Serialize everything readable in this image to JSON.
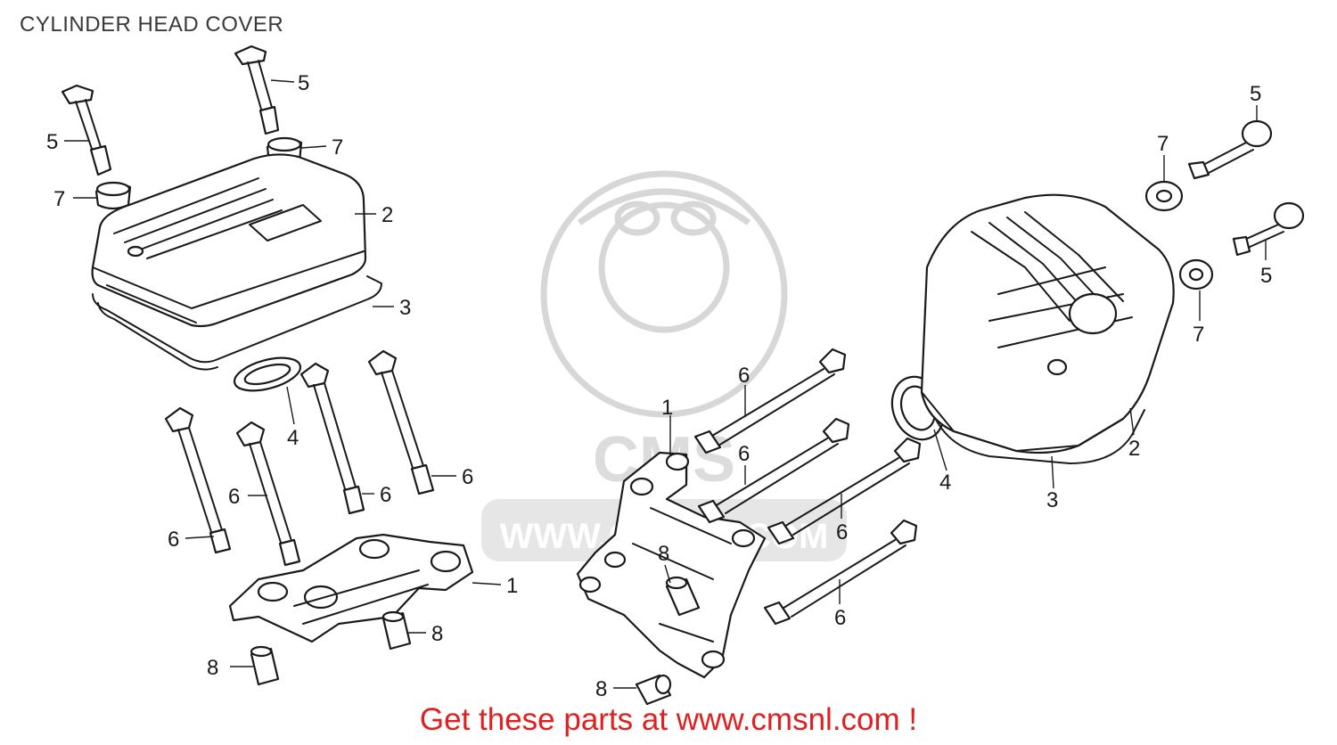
{
  "title": "CYLINDER HEAD COVER",
  "footer": "Get these parts at www.cmsnl.com !",
  "watermark": {
    "logo_text": "CMS",
    "url_text": "WWW.CMSNL.COM"
  },
  "callouts": {
    "c_5a": "5",
    "c_5b": "5",
    "c_7a": "7",
    "c_7b": "7",
    "c_2a": "2",
    "c_3a": "3",
    "c_4a": "4",
    "c_6a": "6",
    "c_6b": "6",
    "c_6c": "6",
    "c_6d": "6",
    "c_1a": "1",
    "c_8a": "8",
    "c_8b": "8",
    "c_1b": "1",
    "c_6e": "6",
    "c_6f": "6",
    "c_6g": "6",
    "c_6h": "6",
    "c_8c": "8",
    "c_8d": "8",
    "c_4b": "4",
    "c_3b": "3",
    "c_2b": "2",
    "c_7c": "7",
    "c_5c": "5",
    "c_5d": "5",
    "c_7d": "7"
  },
  "colors": {
    "footer_text": "#e31e1e",
    "line_art": "#1a1a1a",
    "watermark": "#d7d7d7"
  }
}
